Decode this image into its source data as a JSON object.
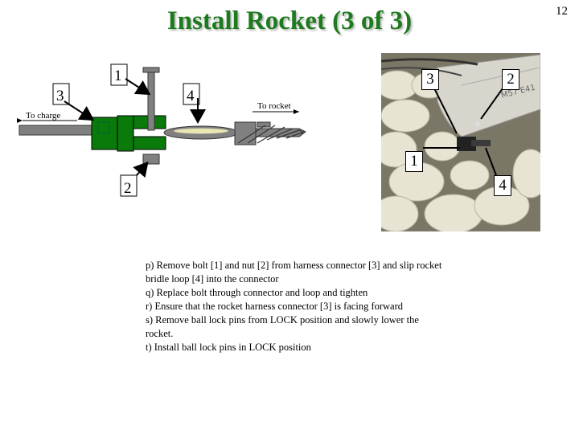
{
  "slide": {
    "title": "Install Rocket (3 of 3)",
    "page_number": "12"
  },
  "diagram": {
    "labels": [
      "1",
      "2",
      "3",
      "4"
    ],
    "to_charge": "To charge",
    "to_rocket": "To rocket",
    "colors": {
      "connector": "#0a7a0a",
      "steel": "#7f7f7f",
      "loop": "#e8e8b0"
    }
  },
  "photo": {
    "labels": [
      "3",
      "2",
      "1",
      "4"
    ]
  },
  "instructions": [
    "p) Remove bolt [1] and nut [2] from harness connector [3] and slip rocket bridle loop [4] into the connector",
    "q) Replace bolt through connector and loop and tighten",
    "r) Ensure that the rocket harness connector [3] is facing forward",
    "s) Remove ball lock pins from LOCK position and slowly lower the rocket.",
    "t) Install ball lock pins in LOCK position"
  ]
}
